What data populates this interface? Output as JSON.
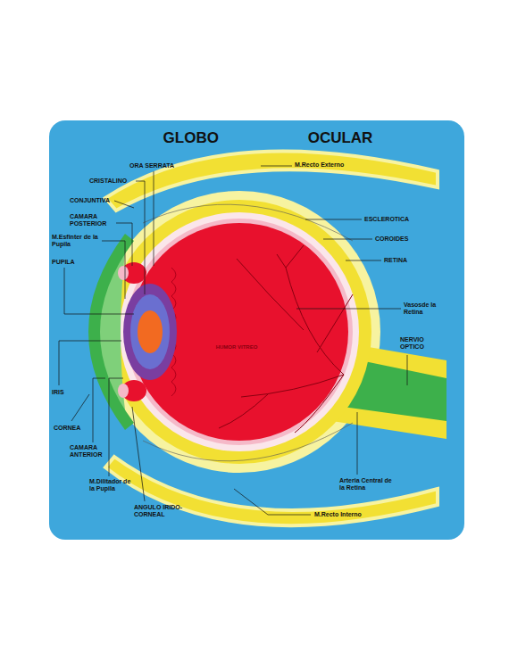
{
  "diagram": {
    "title": "GLOBO OCULAR",
    "labels": [
      "ORA SERRATA",
      "M.Recto Externo",
      "CRISTALINO",
      "CONJUNTIVA",
      "CAMARA POSTERIOR",
      "ESCLEROTICA",
      "M.Esfinter de la Pupila",
      "COROIDES",
      "PUPILA",
      "RETINA",
      "Vasosde la Retina",
      "NERVIO OPTICO",
      "HUMOR VITREO",
      "IRIS",
      "CORNEA",
      "CAMARA ANTERIOR",
      "Arteria Central de la Retina",
      "M.Dilitador de la Pupila",
      "ANGULO IRIDO-CORNEAL",
      "M.Recto Interno"
    ]
  }
}
